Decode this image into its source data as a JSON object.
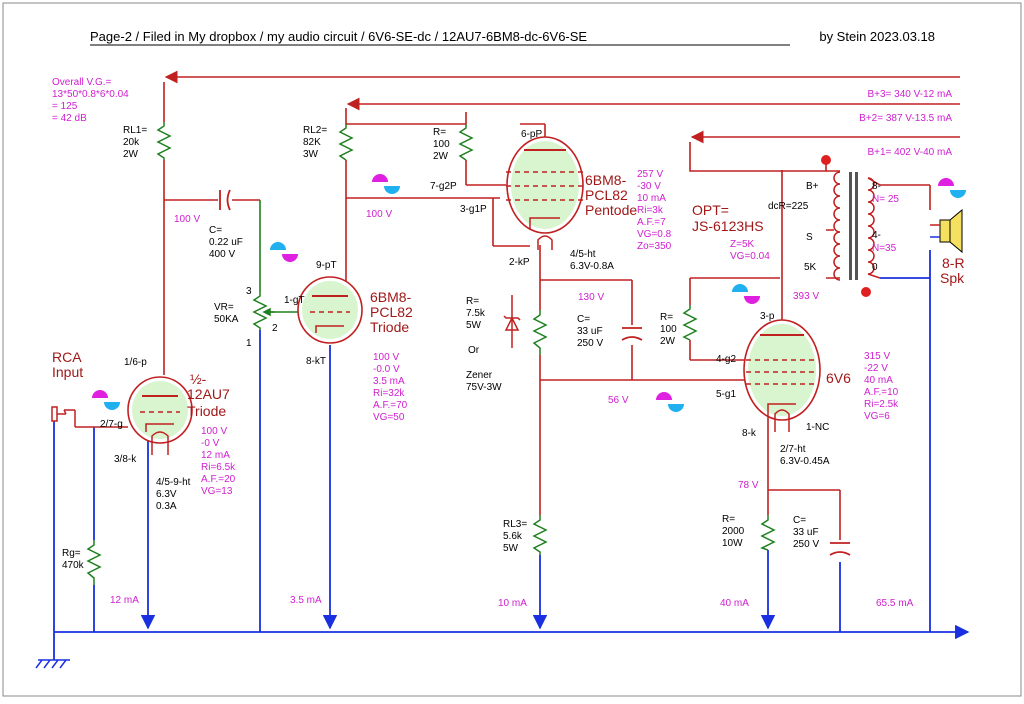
{
  "header": {
    "title": "Page-2 / Filed in My dropbox / my audio circuit / 6V6-SE-dc / 12AU7-6BM8-dc-6V6-SE",
    "author": "by Stein  2023.03.18"
  },
  "overall_gain": [
    "Overall V.G.=",
    "13*50*0.8*6*0.04",
    "= 125",
    "= 42 dB"
  ],
  "supplies": {
    "b3": "B+3= 340 V-12 mA",
    "b2": "B+2= 387 V-13.5 mA",
    "b1": "B+1= 402 V-40 mA"
  },
  "input": {
    "label1": "RCA",
    "label2": "Input"
  },
  "stage1": {
    "name1": "½-",
    "name2": "12AU7",
    "name3": "Triode",
    "pin_p": "1/6-p",
    "pin_g": "2/7-g",
    "pin_k": "3/8-k",
    "heater": [
      "4/5-9-ht",
      "6.3V",
      "0.3A"
    ],
    "params": [
      "100 V",
      "-0 V",
      "12 mA",
      "Ri=6.5k",
      "A.F.=20",
      "VG=13"
    ],
    "rl": [
      "RL1=",
      "20k",
      "2W"
    ],
    "rg": [
      "Rg=",
      "470k"
    ],
    "plate_v": "100 V",
    "current": "12 mA"
  },
  "coupling": {
    "cap": [
      "C=",
      "0.22 uF",
      "400 V"
    ],
    "vr": [
      "VR=",
      "50KA"
    ],
    "vr_pins": [
      "3",
      "2",
      "1"
    ]
  },
  "stage2": {
    "name1": "6BM8-",
    "name2": "PCL82",
    "name3": "Triode",
    "pin_p": "9-pT",
    "pin_g": "1-gT",
    "pin_k": "8-kT",
    "params": [
      "100 V",
      "-0.0 V",
      "3.5 mA",
      "Ri=32k",
      "A.F.=70",
      "VG=50"
    ],
    "rl": [
      "RL2=",
      "82K",
      "3W"
    ],
    "plate_v": "100 V",
    "current": "3.5 mA"
  },
  "stage3": {
    "name1": "6BM8-",
    "name2": "PCL82",
    "name3": "Pentode",
    "pin_p": "6-pP",
    "pin_g2": "7-g2P",
    "pin_g1": "3-g1P",
    "pin_k": "2-kP",
    "heater": [
      "4/5-ht",
      "6.3V-0.8A"
    ],
    "params": [
      "257 V",
      "-30 V",
      "10 mA",
      "Ri=3k",
      "A.F.=7",
      "VG=0.8",
      "Zo=350"
    ],
    "r_g2": [
      "R=",
      "100",
      "2W"
    ],
    "r_k": [
      "R=",
      "7.5k",
      "5W"
    ],
    "or": "Or",
    "zener": [
      "Zener",
      "75V-3W"
    ],
    "cap": [
      "C=",
      "33 uF",
      "250 V"
    ],
    "k_v": "130 V",
    "rl3": [
      "RL3=",
      "5.6k",
      "5W"
    ],
    "current": "10 mA"
  },
  "output": {
    "opt": [
      "OPT=",
      "JS-6123HS"
    ],
    "opt_params": [
      "Z=5K",
      "VG=0.04"
    ],
    "dcr": "dcR=225",
    "primary": [
      "B+",
      "S",
      "5K"
    ],
    "secondary": [
      "8-",
      "N= 25",
      "4-",
      "N=35",
      "0"
    ],
    "spk": [
      "8-R",
      "Spk"
    ],
    "r_g2": [
      "R=",
      "100",
      "2W"
    ],
    "name": "6V6",
    "pin_p": "3-p",
    "pin_g2": "4-g2",
    "pin_g1": "5-g1",
    "pin_k": "8-k",
    "pin_nc": "1-NC",
    "heater": [
      "2/7-ht",
      "6.3V-0.45A"
    ],
    "params": [
      "315 V",
      "-22 V",
      "40 mA",
      "A.F.=10",
      "Ri=2.5k",
      "VG=6"
    ],
    "plate_v": "393 V",
    "g1_v": "56 V",
    "k_v": "78 V",
    "rk": [
      "R=",
      "2000",
      "10W"
    ],
    "ck": [
      "C=",
      "33 uF",
      "250 V"
    ],
    "current": "40 mA",
    "total": "65.5 mA"
  }
}
